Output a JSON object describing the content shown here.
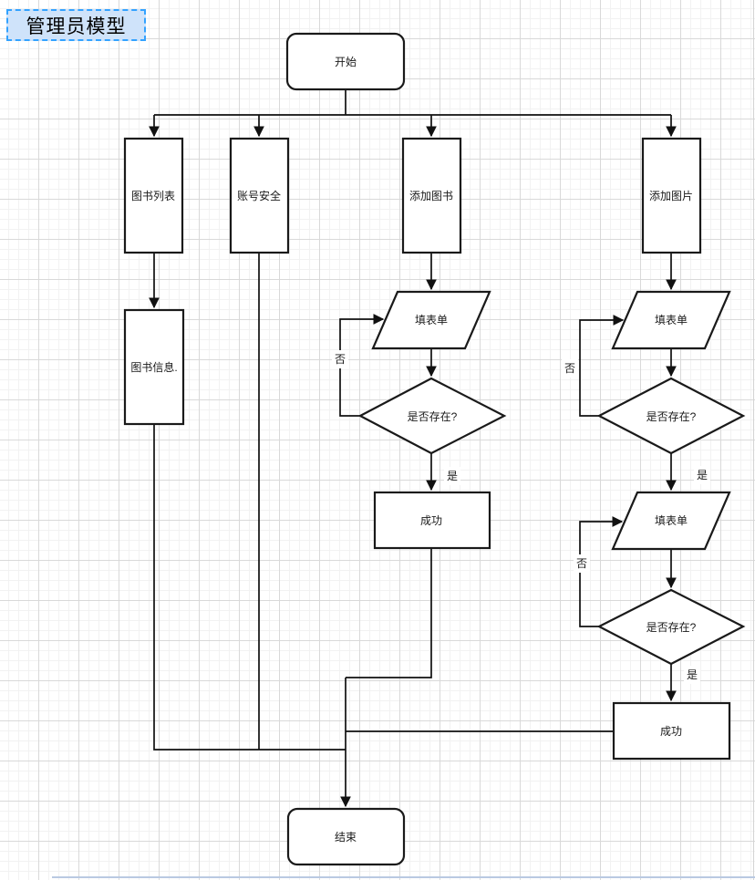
{
  "title": "管理员模型",
  "nodes": {
    "start": "开始",
    "book_list": "图书列表",
    "account_security": "账号安全",
    "add_book": "添加图书",
    "add_picture": "添加图片",
    "book_info": "图书信息.",
    "fill_form": "填表单",
    "exists_check": "是否存在?",
    "success": "成功",
    "end": "结束"
  },
  "edge_labels": {
    "yes": "是",
    "no": "否"
  },
  "colors": {
    "node_fill": "#ffffff",
    "node_stroke": "#1a1a1a",
    "edge_stroke": "#111111",
    "selection_fill": "#cfe3fa",
    "selection_border": "#33a2ff",
    "grid_minor": "#f2f2f2",
    "grid_major": "#d9d9d9"
  }
}
